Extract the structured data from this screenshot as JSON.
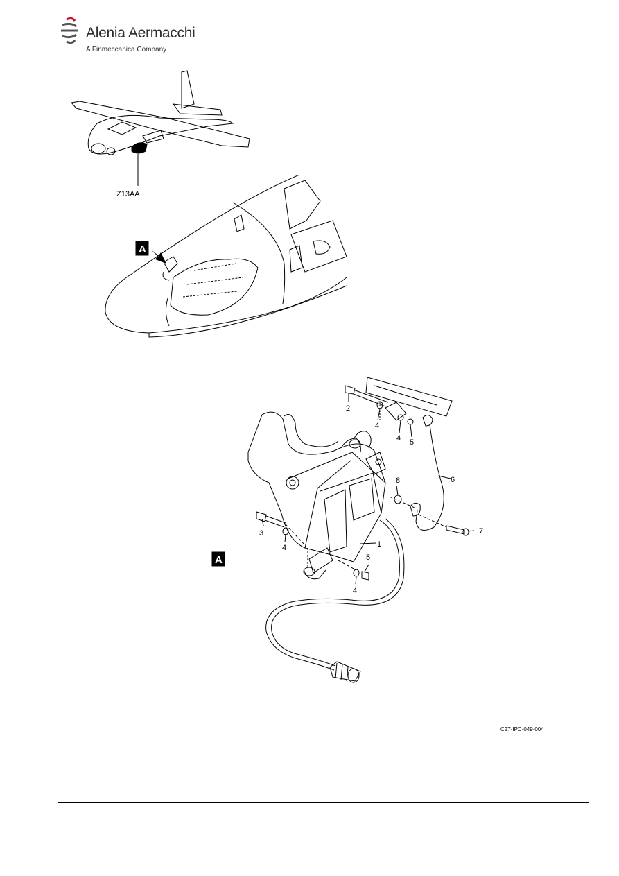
{
  "header": {
    "brand_name": "Alenia Aermacchi",
    "brand_tagline": "A Finmeccanica Company"
  },
  "figure": {
    "zone_label": "Z13AA",
    "view_label": "A",
    "callouts": [
      "1",
      "2",
      "3",
      "4",
      "4",
      "4",
      "4",
      "5",
      "5",
      "6",
      "7",
      "8"
    ],
    "reference": "C27-IPC-049-004"
  }
}
